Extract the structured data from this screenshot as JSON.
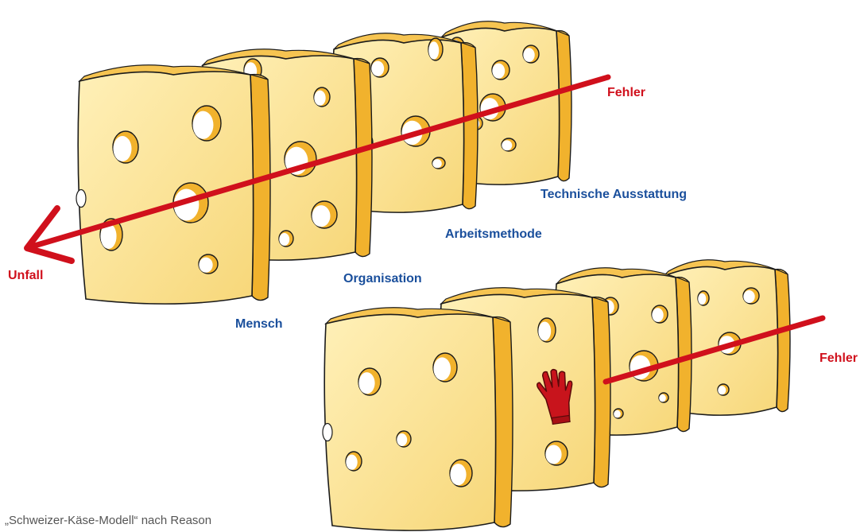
{
  "labels": {
    "error_top": "Fehler",
    "error_bottom": "Fehler",
    "accident": "Unfall",
    "layer_human": "Mensch",
    "layer_organisation": "Organisation",
    "layer_method": "Arbeitsmethode",
    "layer_equipment": "Technische Ausstattung"
  },
  "caption": "„Schweizer-Käse-Modell“ nach Reason",
  "colors": {
    "cheese_face": "#fce49a",
    "cheese_side": "#f1b22d",
    "outline": "#1b1b1b",
    "arrow": "#d0101c",
    "label_blue": "#1a4f9c",
    "label_red": "#d0101c",
    "glove": "#c8141c"
  },
  "icons": {
    "stop": "red-glove-icon"
  }
}
